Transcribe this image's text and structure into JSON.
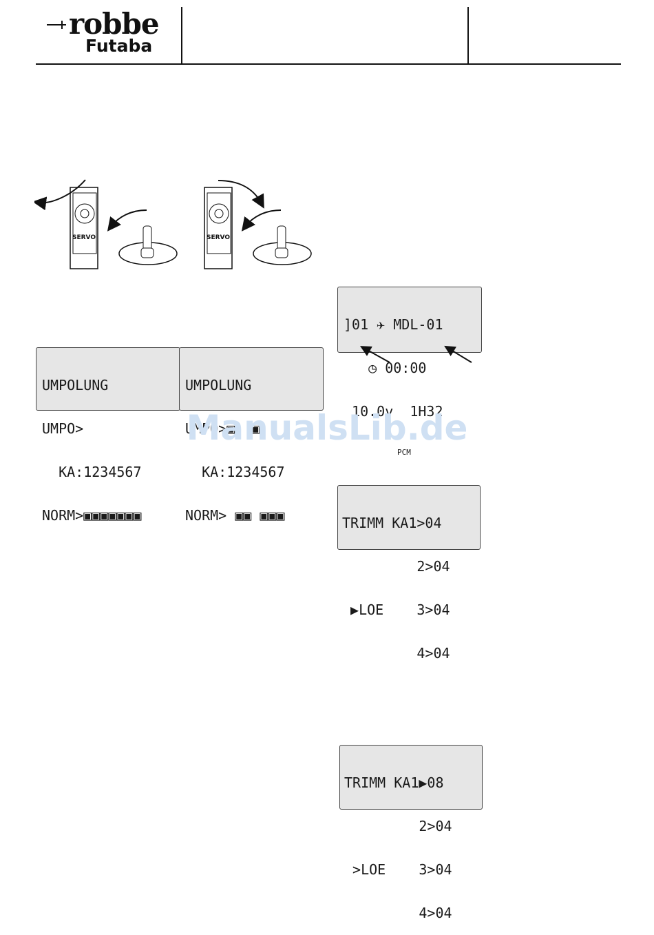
{
  "header": {
    "logo_top": "robbe",
    "logo_bottom": "Futaba"
  },
  "servo_figure": {
    "servo_label": "SERVO"
  },
  "umpolung_screens": [
    {
      "lines": [
        "UMPOLUNG",
        "UMPO>",
        "  KA:1234567",
        "NORM>▣▣▣▣▣▣▣"
      ]
    },
    {
      "lines": [
        "UMPOLUNG",
        "UMPO>▣  ▣",
        "  KA:1234567",
        "NORM> ▣▣ ▣▣▣"
      ]
    }
  ],
  "main_screen": {
    "line1": "]01 ✈ MDL-01",
    "line2": "   ◷ 00:00",
    "line3": " 10.0v  1H32",
    "footer": "PCM"
  },
  "trimm_screen_1": {
    "lines": [
      "TRIMM KA1>04",
      "         2>04",
      " ▶LOE    3>04",
      "         4>04"
    ]
  },
  "trimm_screen_2": {
    "lines": [
      "TRIMM KA1▶08",
      "         2>04",
      " >LOE    3>04",
      "         4>04"
    ]
  },
  "watermark": "ManualsLib.de"
}
